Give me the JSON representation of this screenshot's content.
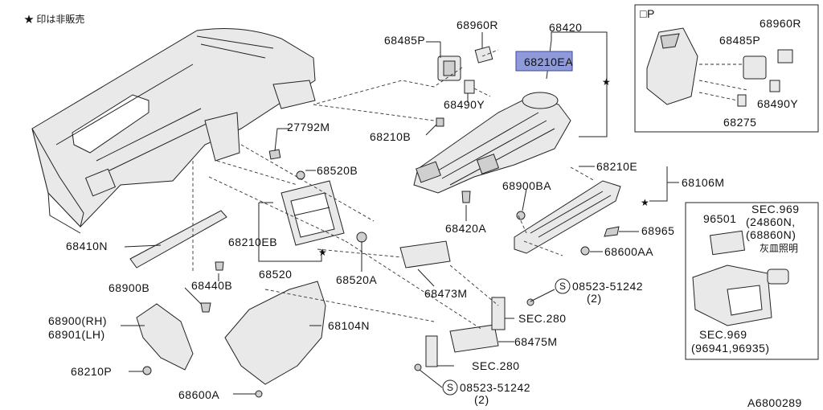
{
  "legend": "★ 印は非販売",
  "diagram_id": "A6800289",
  "inset_p": {
    "title": "□P",
    "labels": {
      "c68960R": "68960R",
      "c68485P": "68485P",
      "c68490Y": "68490Y",
      "c68275": "68275"
    }
  },
  "inset_sec": {
    "labels": {
      "c96501": "96501",
      "sec969": "SEC.969",
      "p24860N": "(24860N,",
      "p68860N": "(68860N)",
      "lamp": "灰皿照明",
      "sec969b": "SEC.969",
      "p96941": "(96941,96935)"
    }
  },
  "callouts": {
    "c68485P": "68485P",
    "c68960R": "68960R",
    "c68420": "68420",
    "c68210EA": "68210EA",
    "c68490Y": "68490Y",
    "c68210B": "68210B",
    "c27792M": "27792M",
    "c68520B": "68520B",
    "c68210E": "68210E",
    "c68106M": "68106M",
    "c68900BA": "68900BA",
    "c68420A": "68420A",
    "c68965": "68965",
    "c68600AA": "68600AA",
    "c68410N": "68410N",
    "c68210EB": "68210EB",
    "c68440B": "68440B",
    "c68520": "68520",
    "c68520A": "68520A",
    "c68473M": "68473M",
    "c68900B": "68900B",
    "c68900RH": "68900(RH)",
    "c68901LH": "68901(LH)",
    "c68104N": "68104N",
    "c08523a": "08523-51242",
    "q2a": "(2)",
    "sec280a": "SEC.280",
    "c68475M": "68475M",
    "c68210P": "68210P",
    "sec280b": "SEC.280",
    "c08523b": "08523-51242",
    "q2b": "(2)",
    "c68600A": "68600A"
  },
  "colors": {
    "highlight": "#8f9ad8",
    "ink": "#222222"
  }
}
